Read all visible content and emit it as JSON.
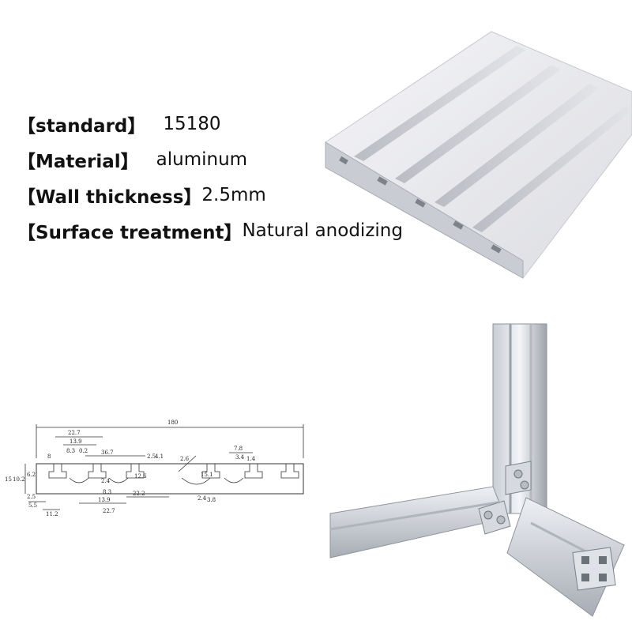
{
  "specs": [
    {
      "label": "【standard】",
      "value": "15180"
    },
    {
      "label": "【Material】",
      "value": "aluminum"
    },
    {
      "label": "【Wall thickness】",
      "value": "2.5mm"
    },
    {
      "label": "【Surface treatment】",
      "value": "Natural anodizing"
    }
  ],
  "drawing": {
    "total_width": "180",
    "d_22_7": "22.7",
    "d_13_9": "13.9",
    "d_8_3": "8.3",
    "d_0_2": "0.2",
    "d_36_7": "36.7",
    "d_8": "8",
    "d_2_5": "2.5",
    "d_4_1": "4.1",
    "d_2_6": "2.6",
    "d_7_8": "7.8",
    "d_3_4": "3.4",
    "d_1_4": "1.4",
    "d_15": "15",
    "d_10_2": "10.2",
    "d_6_2": "6.2",
    "d_12_6": "12.6",
    "d_15_1": "15.1",
    "d_2_4": "2.4",
    "d_22_2": "22.2",
    "d_3_8": "3.8",
    "d_5_5": "5.5",
    "d_11_2": "11.2"
  },
  "colors": {
    "text": "#111111",
    "aluminum_light": "#e8e8ec",
    "aluminum_dark": "#9ea3aa"
  }
}
